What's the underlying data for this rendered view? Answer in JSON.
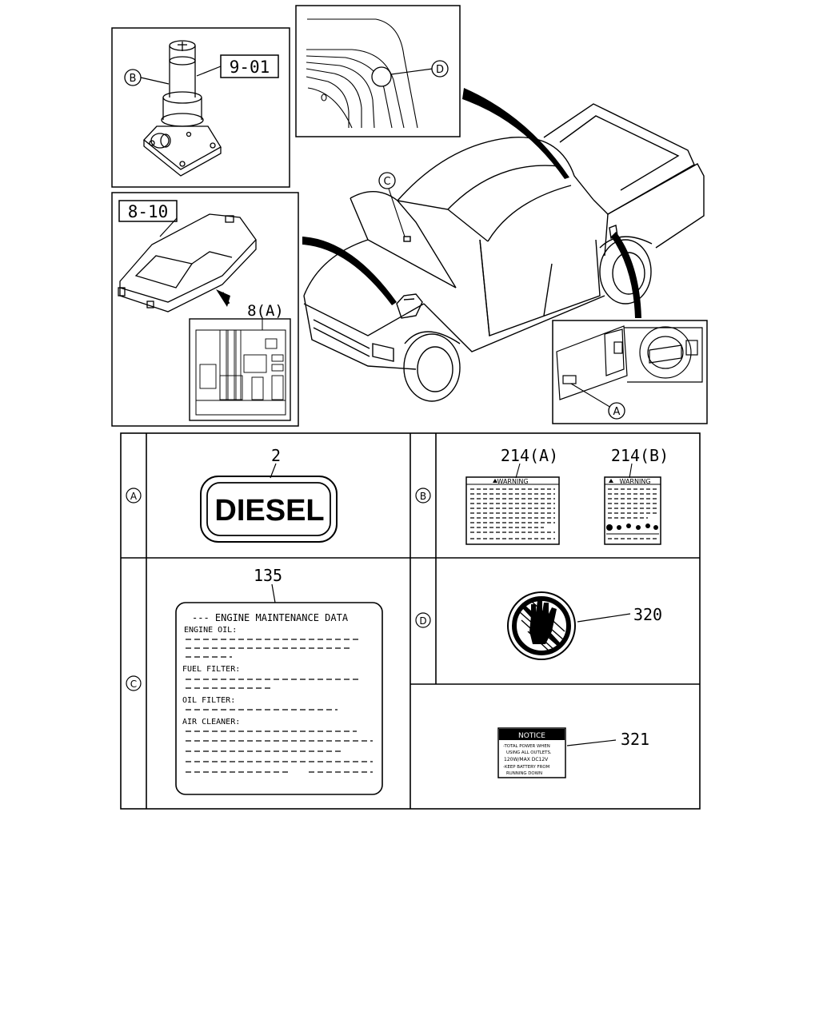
{
  "callouts": {
    "jack_ref": "9-01",
    "fuse_box_ref": "8-10",
    "fuse_label_ref": "8(A)",
    "letter_a": "A",
    "letter_b": "B",
    "letter_c": "C",
    "letter_d": "D"
  },
  "table": {
    "cell_a": {
      "row_letter": "A",
      "part_no": "2",
      "label_text": "DIESEL"
    },
    "cell_b": {
      "row_letter": "B",
      "part_no_1": "214(A)",
      "part_no_2": "214(B)",
      "warning_text": "WARNING"
    },
    "cell_c": {
      "row_letter": "C",
      "part_no": "135",
      "title": "--- ENGINE MAINTENANCE DATA",
      "lines": [
        "ENGINE OIL:",
        "FUEL FILTER:",
        "OIL FILTER:",
        "AIR CLEANER:"
      ]
    },
    "cell_d": {
      "row_letter": "D",
      "part_no": "320"
    },
    "cell_e": {
      "part_no": "321",
      "notice_title": "NOTICE",
      "notice_lines": [
        "-TOTAL POWER WHEN",
        "USING ALL OUTLETS.",
        "120W/MAX DC12V",
        "-KEEP BATTERY FROM",
        "RUNNING DOWN"
      ]
    }
  },
  "colors": {
    "ink": "#000000",
    "paper": "#ffffff"
  }
}
